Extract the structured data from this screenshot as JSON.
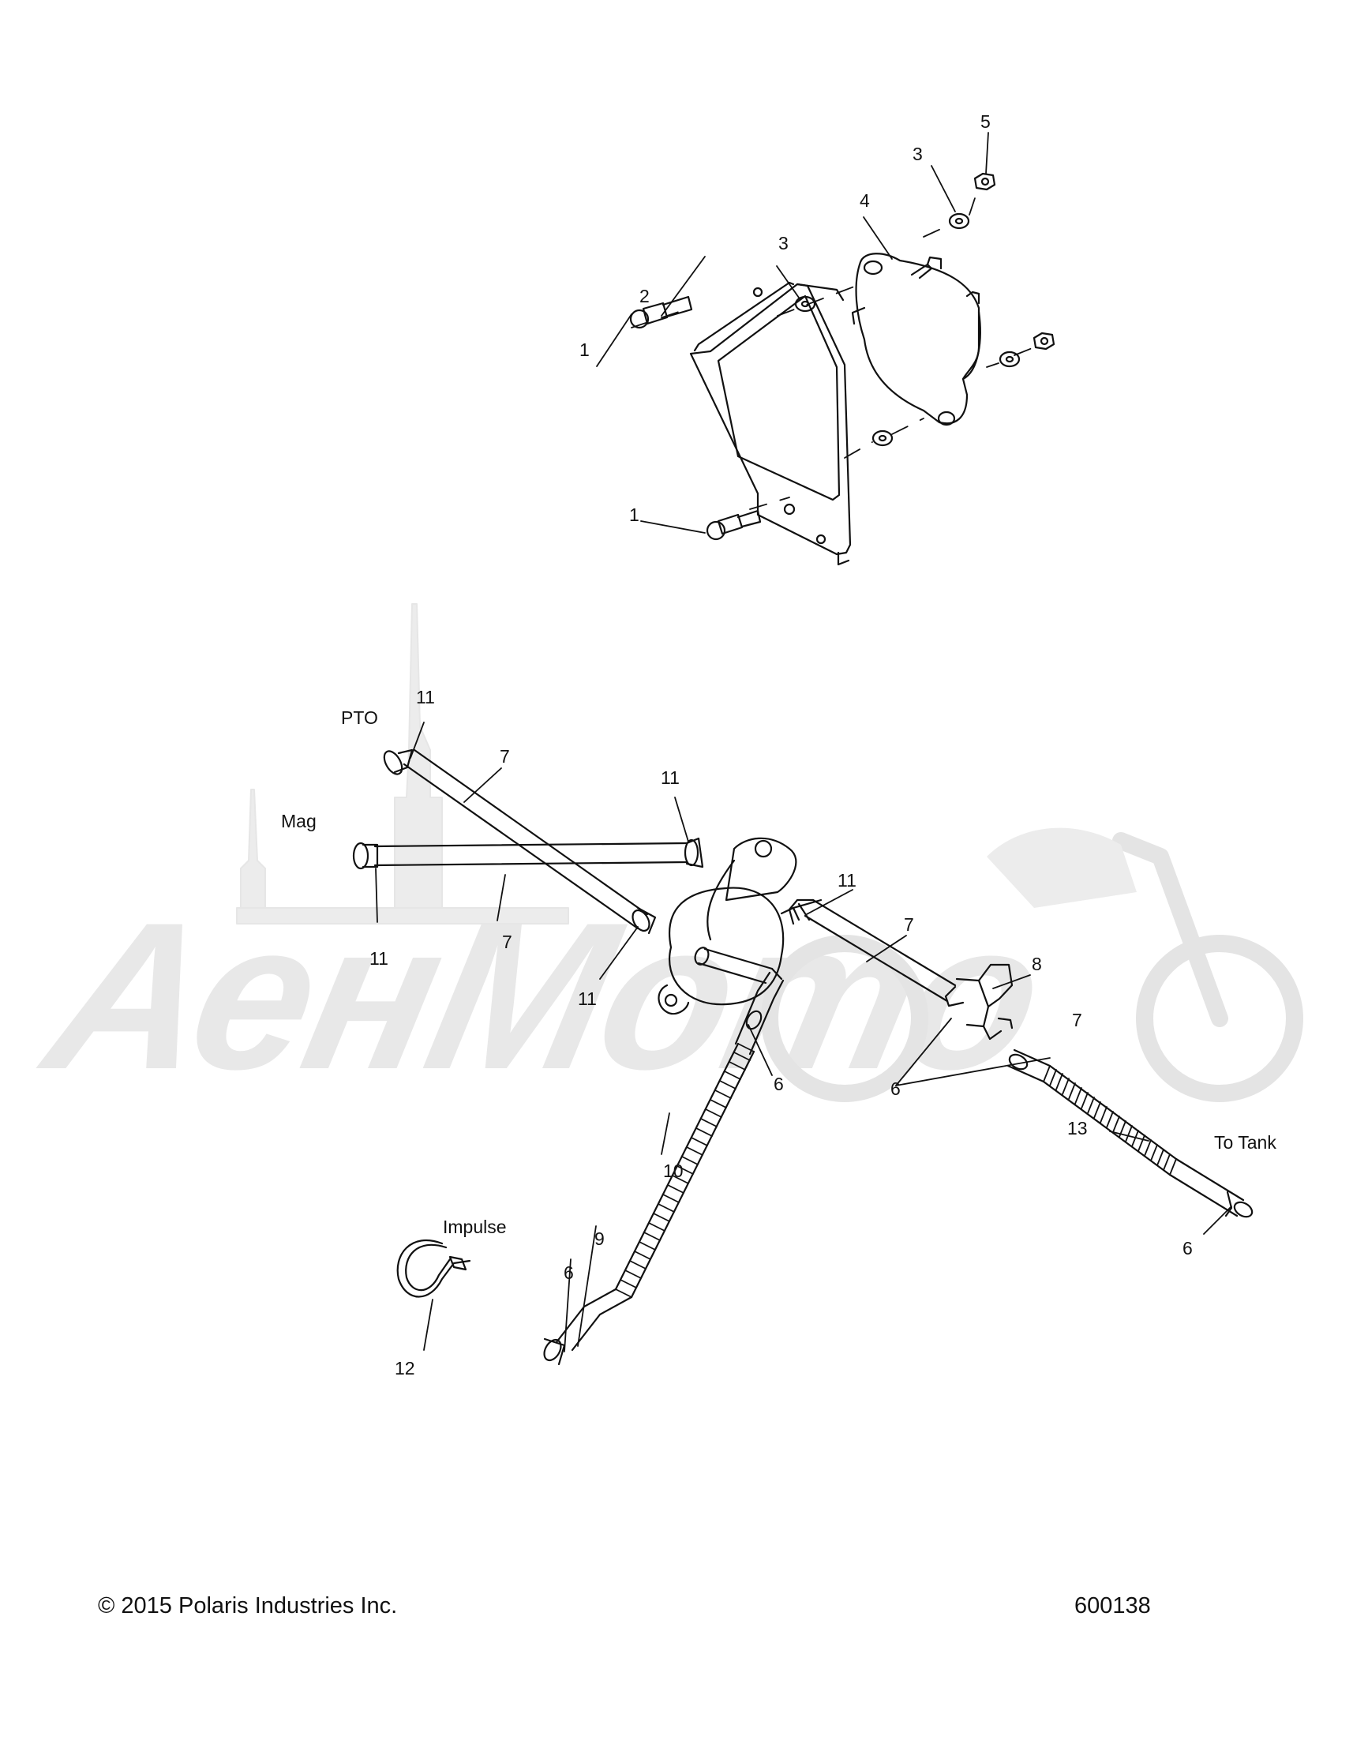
{
  "watermark": {
    "text": "АенМото"
  },
  "callouts": {
    "c1a": "1",
    "c1b": "1",
    "c2": "2",
    "c3a": "3",
    "c3b": "3",
    "c4": "4",
    "c5": "5",
    "c11_pto": "11",
    "c7_top": "7",
    "c11_mid": "11",
    "c11_mag": "11",
    "c7_mag": "7",
    "c11_pump_left": "11",
    "c11_pump_right": "11",
    "c7_right": "7",
    "c8": "8",
    "c7_far_right": "7",
    "c6_pair": "6",
    "c6_mid": "6",
    "c10": "10",
    "c9": "9",
    "c6_impulse": "6",
    "c12": "12",
    "c13": "13",
    "c6_tank": "6"
  },
  "port_labels": {
    "pto": "PTO",
    "mag": "Mag",
    "impulse": "Impulse",
    "to_tank": "To Tank"
  },
  "footer": {
    "copyright": "© 2015 Polaris Industries Inc.",
    "diagram_id": "600138"
  }
}
